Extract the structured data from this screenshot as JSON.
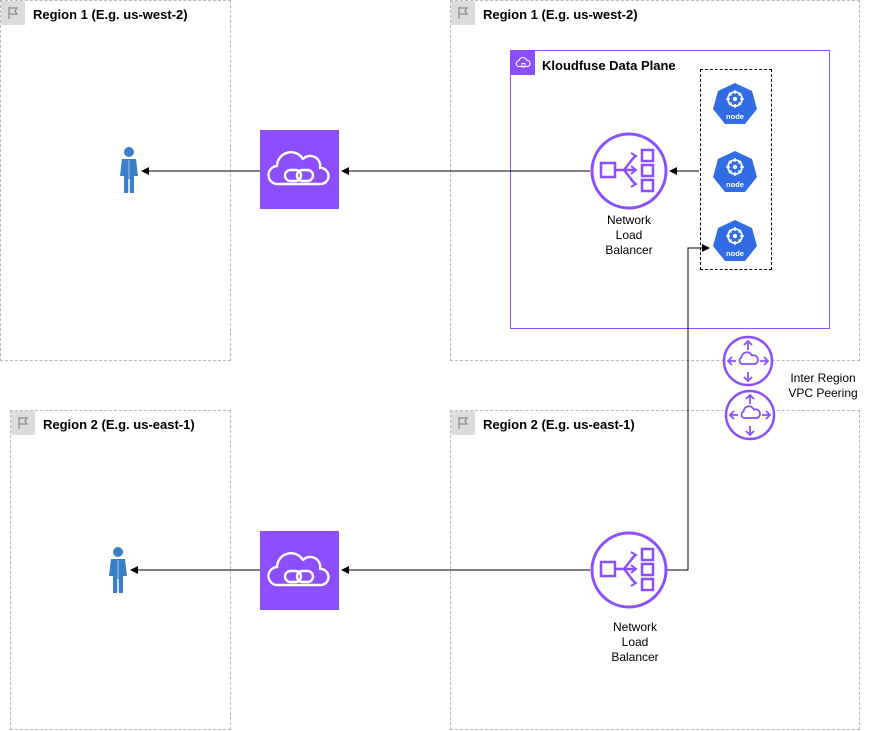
{
  "regions": {
    "top_left": "Region 1 (E.g. us-west-2)",
    "top_right": "Region 1 (E.g. us-west-2)",
    "bottom_left": "Region 2 (E.g. us-east-1)",
    "bottom_right": "Region 2 (E.g. us-east-1)"
  },
  "data_plane": {
    "title": "Kloudfuse Data Plane"
  },
  "nodes": {
    "label": "node"
  },
  "nlb": {
    "line1": "Network",
    "line2": "Load",
    "line3": "Balancer"
  },
  "peering": {
    "line1": "Inter Region",
    "line2": "VPC Peering"
  },
  "colors": {
    "aws_purple": "#8c4fff",
    "k8s_blue": "#326ce5",
    "user_blue": "#3a7ec7",
    "border_gray": "#b8b8b8"
  },
  "icons": {
    "region": "flag-icon",
    "privatelink": "cloud-link-icon",
    "nlb": "network-load-balancer-icon",
    "node": "kubernetes-node-icon",
    "peering": "vpc-peering-icon",
    "user": "user-icon"
  }
}
